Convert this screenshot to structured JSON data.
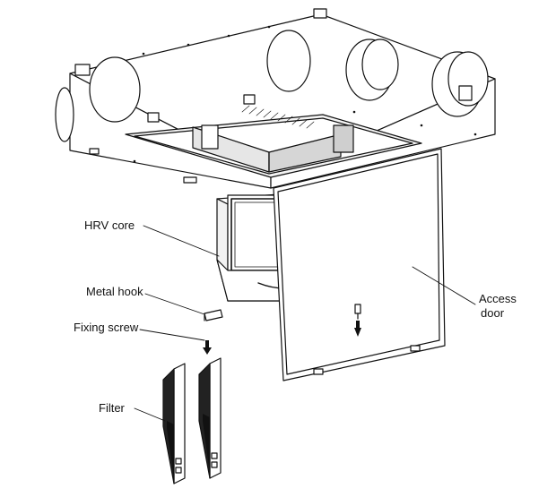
{
  "labels": {
    "hrv_core": "HRV core",
    "metal_hook": "Metal hook",
    "fixing_screw": "Fixing screw",
    "filter": "Filter",
    "access_line1": "Access",
    "access_line2": "door"
  },
  "colors": {
    "line": "#111111",
    "background": "#ffffff",
    "dark_fill": "#1a1a1a"
  }
}
